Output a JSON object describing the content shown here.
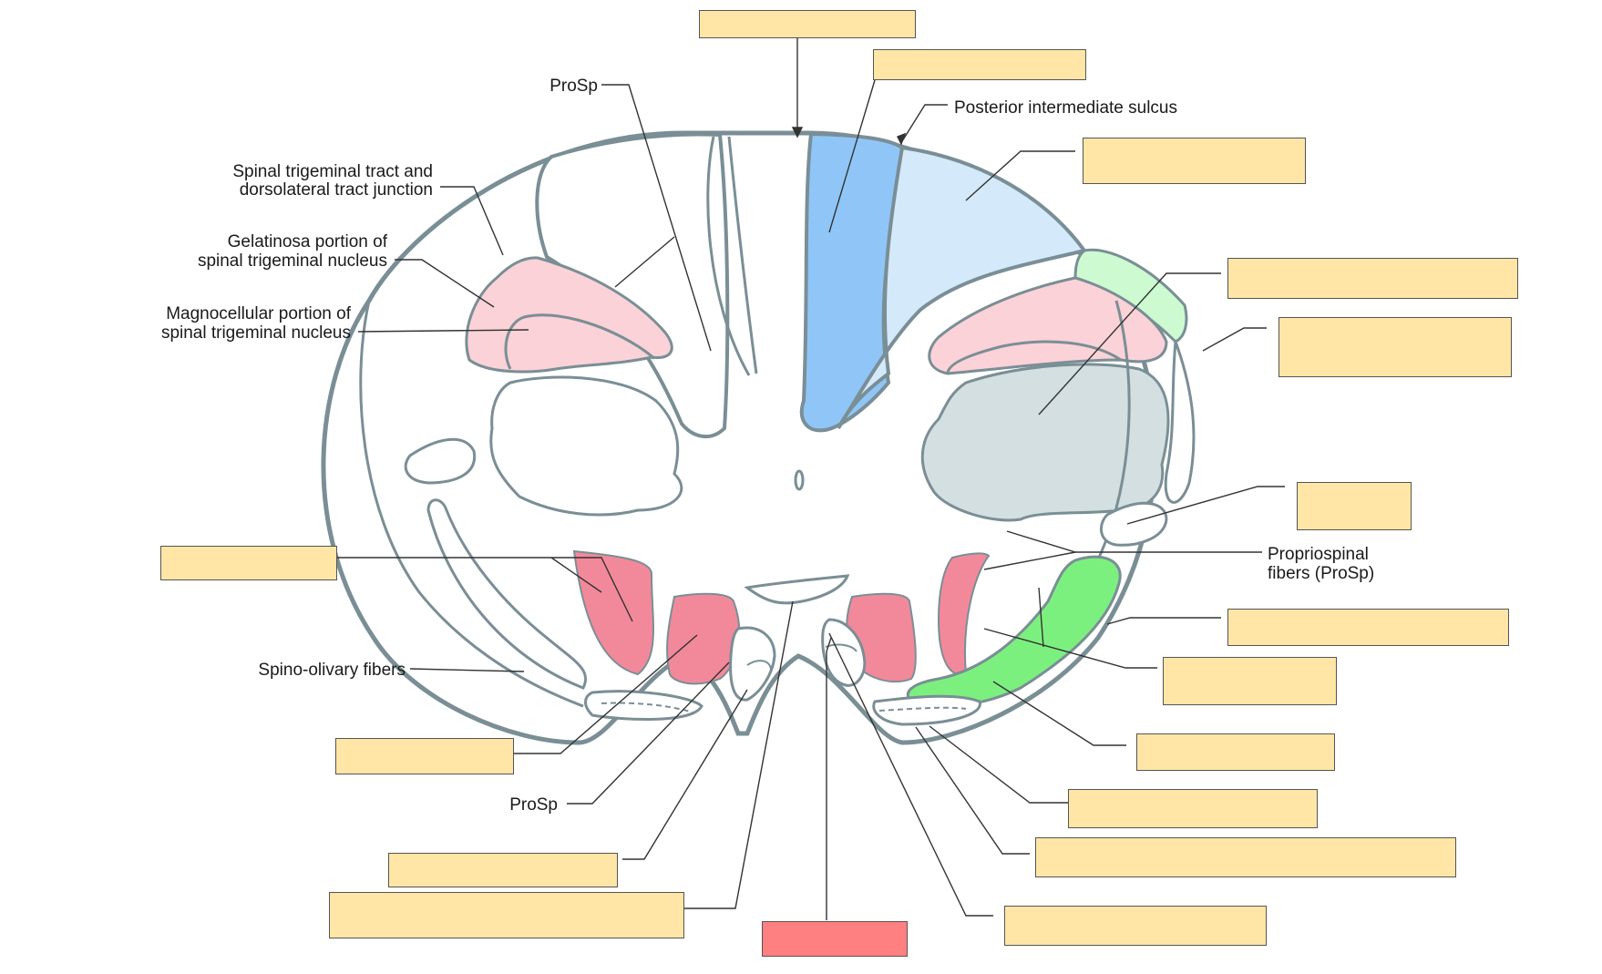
{
  "diagram": {
    "labels": {
      "prosp_top": "ProSp",
      "post_int_sulcus": "Posterior intermediate sulcus",
      "spinal_trig_1": "Spinal trigeminal tract and",
      "spinal_trig_2": "dorsolateral tract junction",
      "gelatinosa_1": "Gelatinosa portion of",
      "gelatinosa_2": "spinal trigeminal nucleus",
      "magno_1": "Magnocellular portion of",
      "magno_2": "spinal trigeminal nucleus",
      "prosp_fibers_1": "Propriospinal",
      "prosp_fibers_2": "fibers (ProSp)",
      "spino_olivary": "Spino-olivary fibers",
      "prosp_bottom": "ProSp"
    },
    "blank_label_count": 17,
    "colors": {
      "outline": "#7a8e95",
      "blank_box": "#ffe6a6",
      "blank_box_red": "#ff8080",
      "fasciculus_gracilis": "#8fc6f7",
      "fasciculus_cuneatus": "#d4e9fa",
      "trigeminal_pink": "#fad2d7",
      "dorsolateral_green": "#cdfad0",
      "reticular_gray": "#d3dfe0",
      "olive_red": "#f2899a",
      "spinal_lemniscus_green": "#7cf07f"
    }
  }
}
